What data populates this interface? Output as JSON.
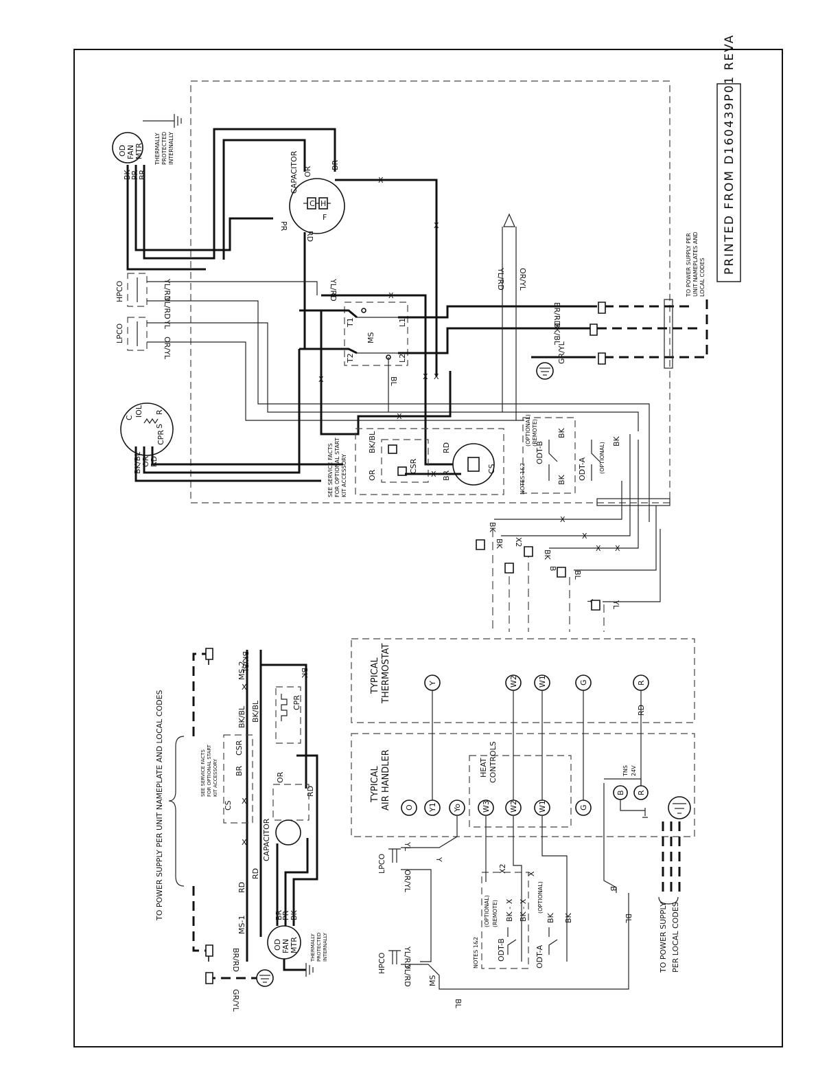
{
  "printed_from": "PRINTED FROM D160439P01 REVA",
  "upper": {
    "motor": {
      "lines": [
        "OD",
        "FAN",
        "MTR"
      ],
      "note": [
        "THERMALLY",
        "PROTECTED",
        "INTERNALLY"
      ],
      "leads": [
        "BK",
        "PR",
        "BR"
      ]
    },
    "capacitor": {
      "label": "CAPACITOR",
      "or": "OR",
      "br": "BR",
      "pr": "PR",
      "rd": "RD",
      "f": "F",
      "c": "C",
      "h": "H"
    },
    "hpco": "HPCO",
    "lpco": "LPCO",
    "wire_yl_rd_1": "YL/RD",
    "wire_yl_rd_2": "YL/RD",
    "wire_yl_rd_3": "YL/RD",
    "wire_yl": "YL",
    "wire_or_yl": "OR/YL",
    "ms": {
      "label": "MS",
      "t1": "T1",
      "t2": "T2",
      "l1": "L1",
      "l2": "L2"
    },
    "wire_bl": "BL",
    "compressor": {
      "label": "CPR",
      "c": "C",
      "r": "R",
      "s": "S",
      "iol": "IOL",
      "leads": [
        "BK/BL",
        "OR",
        "RD"
      ]
    },
    "csr": "CSR",
    "cs": "CS",
    "wire_bk_bl": "BK/BL",
    "wire_or": "OR",
    "wire_br": "BR",
    "wire_rd": "RD",
    "kit_note": [
      "SEE SERVICE FACTS",
      "FOR OPTIONAL START",
      "KIT ACCESSORY"
    ],
    "odt_b": "ODT-B",
    "odt_a": "ODT-A",
    "optional": "(OPTIONAL)",
    "remote": "(REMOTE)",
    "notes": "NOTES 1&2",
    "bk": "BK",
    "x2": "X2",
    "b": "B",
    "y": "Y",
    "wire_yl_rd_main": "YL/RD",
    "wire_or_yl_main": "OR/YL",
    "supply_br_rd": "BR/RD",
    "supply_bk_bl": "BK/BL",
    "supply_gr_yl": "GR/YL",
    "supply_note": [
      "TO POWER SUPPLY PER",
      "UNIT NAMEPLATES AND",
      "LOCAL CODES"
    ]
  },
  "lower": {
    "power_note": "TO POWER SUPPLY PER UNIT NAMEPLATE AND LOCAL CODES",
    "ms1": "MS-1",
    "ms2": "MS-2",
    "br_rd": "BR/RD",
    "bk_bl": "BK/BL",
    "gr_yl": "GR/YL",
    "rd": "RD",
    "bk": "BK",
    "br": "BR",
    "or": "OR",
    "pr": "PR",
    "cs": "CS",
    "csr": "CSR",
    "cpr": "CPR",
    "capacitor": "CAPACITOR",
    "kit_note": [
      "SEE SERVICE FACTS",
      "FOR OPTIONAL START",
      "KIT ACCESSORY"
    ],
    "motor": [
      "OD",
      "FAN",
      "MTR"
    ],
    "motor_note": [
      "THERMALLY",
      "PROTECTED",
      "INTERNALLY"
    ],
    "thermostat_title": [
      "TYPICAL",
      "THERMOSTAT"
    ],
    "thermostat_terms": [
      "Y",
      "W2",
      "W1",
      "G",
      "R"
    ],
    "airhandler_title": [
      "TYPICAL",
      "AIR HANDLER"
    ],
    "ah_terms": [
      "O",
      "Y1",
      "Yo",
      "W3",
      "W2",
      "W1",
      "G",
      "B",
      "R"
    ],
    "heat_controls": [
      "HEAT",
      "CONTROLS"
    ],
    "tns": [
      "TNS",
      "24V"
    ],
    "lpco": "LPCO",
    "hpco": "HPCO",
    "yl": "YL",
    "or_yl": "OR/YL",
    "yl_rd_1": "YL/RD",
    "yl_rd_2": "YL/RD",
    "ms": "MS",
    "bl": "BL",
    "bl2": "BL",
    "y": "Y",
    "x2": "X2",
    "b": "B",
    "x": "X",
    "odt_b": "ODT-B",
    "odt_a": "ODT-A",
    "optional": "(OPTIONAL)",
    "remote": "(REMOTE)",
    "notes": "NOTES 1&2",
    "bk_x_1": "BK - X",
    "bk_x_2": "BK - X",
    "bk_a": "BK",
    "bk_b": "BK",
    "supply_lines": [
      "TO POWER SUPPLY",
      "PER LOCAL CODES"
    ]
  }
}
